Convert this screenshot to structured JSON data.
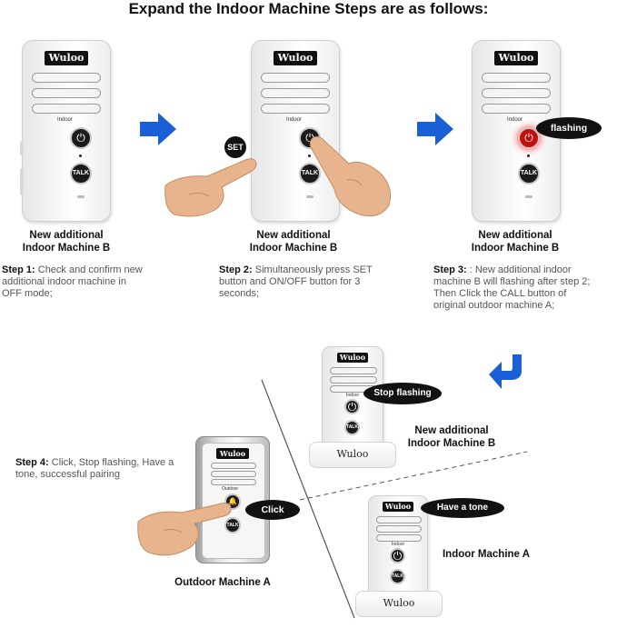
{
  "title": "Expand the Indoor Machine Steps are as follows:",
  "brand": "Wuloo",
  "device_text": {
    "indoor": "Indoor",
    "talk": "TALK",
    "outdoor": "Outdoor"
  },
  "badges": {
    "set": "SET",
    "flashing": "flashing",
    "stop_flashing": "Stop flashing",
    "click": "Click",
    "have_tone": "Have a tone"
  },
  "labels": {
    "machine_b_1": "New additional",
    "machine_b_2": "Indoor Machine B",
    "outdoor_a": "Outdoor Machine A",
    "indoor_a": "Indoor Machine A"
  },
  "steps": [
    {
      "head": "Step 1:",
      "text": " Check and confirm new additional indoor machine in OFF mode;"
    },
    {
      "head": "Step 2:",
      "text": " Simultaneously press SET button and ON/OFF button for 3 seconds;"
    },
    {
      "head": "Step 3:",
      "text": " : New additional indoor machine B will flashing after step 2; Then Click the CALL button of original outdoor machine A;"
    },
    {
      "head": "Step 4:",
      "text": " Click, Stop flashing, Have a tone, successful pairing"
    }
  ],
  "colors": {
    "arrow_blue": "#1a5fd6",
    "flash_red": "#c40e0e",
    "bubble_black": "#111111"
  }
}
